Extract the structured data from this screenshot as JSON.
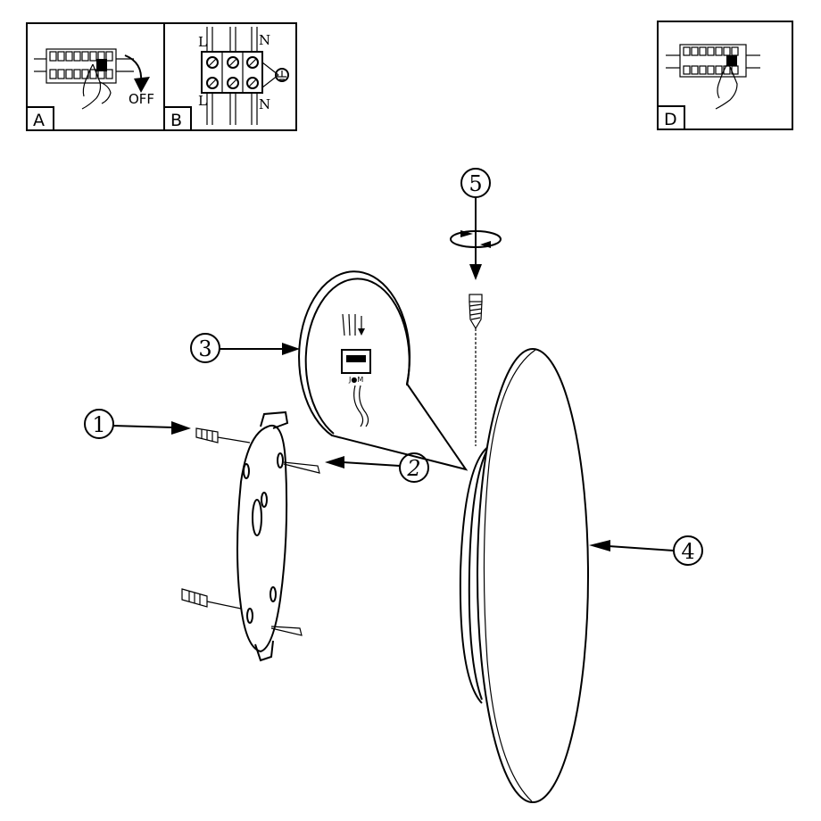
{
  "panels": {
    "a": {
      "letter": "A",
      "action": "OFF"
    },
    "b": {
      "letter": "B",
      "live_top": "L",
      "neutral_top": "N",
      "live_bottom": "L",
      "neutral_bottom": "N"
    },
    "d": {
      "letter": "D"
    }
  },
  "callouts": [
    {
      "id": "1",
      "part": "wall-plug"
    },
    {
      "id": "2",
      "part": "screw"
    },
    {
      "id": "3",
      "part": "terminal-block-connection"
    },
    {
      "id": "4",
      "part": "lamp-shade"
    },
    {
      "id": "5",
      "part": "fixing-screw"
    }
  ],
  "icons": [
    "breaker-switch-icon",
    "hand-icon",
    "arrow-down-icon",
    "terminal-block-icon",
    "ground-icon",
    "rotate-icon",
    "mounting-plate",
    "screw-icon",
    "wall-plug-icon",
    "lamp-disc"
  ]
}
